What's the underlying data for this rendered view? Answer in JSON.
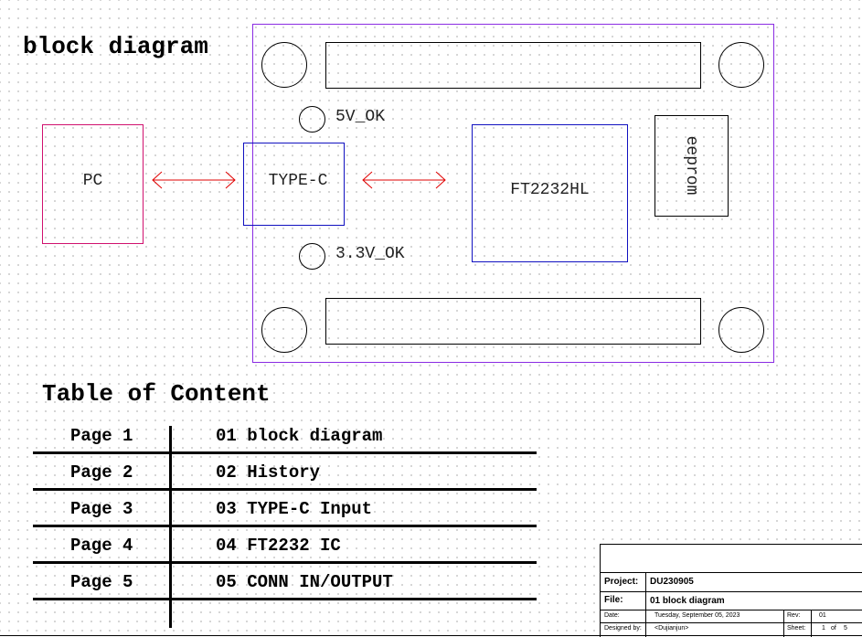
{
  "diagram": {
    "title": "block diagram",
    "pc_label": "PC",
    "typec_label": "TYPE-C",
    "ft_label": "FT2232HL",
    "eeprom_label": "eeprom",
    "led_5v_label": "5V_OK",
    "led_33v_label": "3.3V_OK"
  },
  "toc": {
    "title": "Table of Content",
    "rows": [
      {
        "page": "Page 1",
        "content": "01 block diagram"
      },
      {
        "page": "Page 2",
        "content": "02 History"
      },
      {
        "page": "Page 3",
        "content": "03 TYPE-C Input"
      },
      {
        "page": "Page 4",
        "content": "04 FT2232 IC"
      },
      {
        "page": "Page 5",
        "content": "05 CONN IN/OUTPUT"
      }
    ]
  },
  "title_block": {
    "project_label": "Project:",
    "project_value": "DU230905",
    "file_label": "File:",
    "file_value": "01 block diagram",
    "date_label": "Date:",
    "date_value": "Tuesday, September 05, 2023",
    "rev_label": "Rev:",
    "rev_value": "01",
    "designed_label": "Designed by:",
    "designed_value": "<Dujianjun>",
    "sheet_label": "Sheet:",
    "sheet_number": "1",
    "sheet_of": "of",
    "sheet_total": "5"
  },
  "colors": {
    "board_outline": "#8a2be2",
    "pc_box": "#d0106e",
    "chip_box": "#1010c0",
    "arrow": "#e00000"
  }
}
